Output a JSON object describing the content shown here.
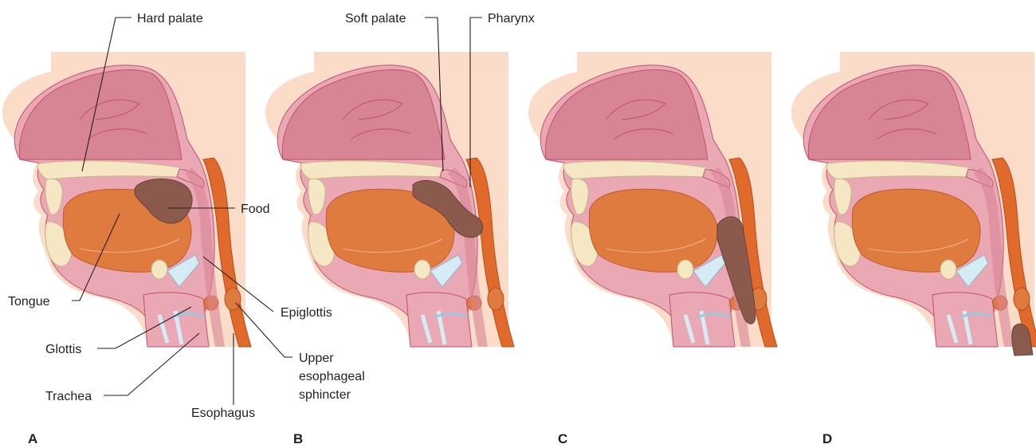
{
  "panels": [
    {
      "letter": "A",
      "stage": "food-in-mouth"
    },
    {
      "letter": "B",
      "stage": "food-enters-pharynx"
    },
    {
      "letter": "C",
      "stage": "food-passes-sphincter"
    },
    {
      "letter": "D",
      "stage": "food-in-esophagus"
    }
  ],
  "labels": {
    "hard_palate": "Hard palate",
    "soft_palate": "Soft palate",
    "pharynx": "Pharynx",
    "food": "Food",
    "tongue": "Tongue",
    "epiglottis": "Epiglottis",
    "glottis": "Glottis",
    "trachea": "Trachea",
    "ues_line1": "Upper",
    "ues_line2": "esophageal",
    "ues_line3": "sphincter",
    "esophagus": "Esophagus"
  },
  "colors": {
    "skin": "#fadcc8",
    "head_tissue": "#eaa7b4",
    "cavity": "#d78495",
    "bone": "#f5e6c4",
    "tongue": "#e07b3f",
    "food": "#8a5a4c",
    "cartilage": "#d5ecf5",
    "esophagus_wall": "#e06a2c",
    "outline": "#c2526c"
  }
}
